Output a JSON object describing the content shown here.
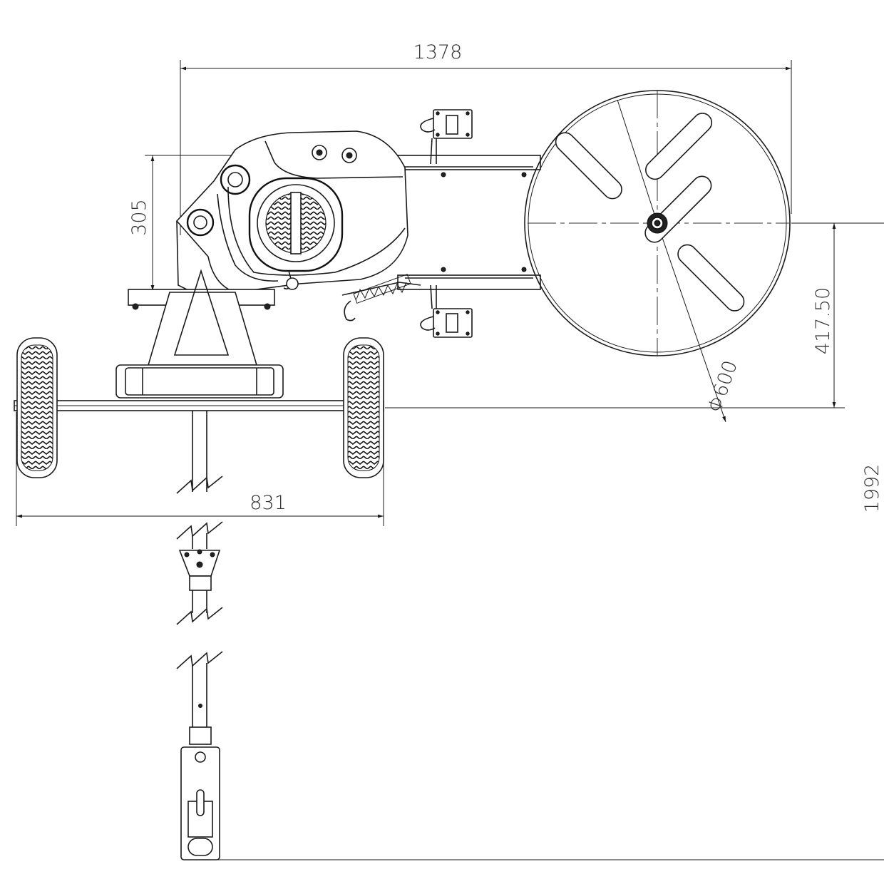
{
  "dimensions": {
    "overall_width": "1378",
    "engine_height": "305",
    "reel_offset": "417.50",
    "reel_diameter": "Φ600",
    "wheel_track": "831",
    "overall_length": "1992"
  },
  "colors": {
    "line": "#1a1a1a",
    "background": "#ffffff",
    "dimension_text": "#333333"
  }
}
